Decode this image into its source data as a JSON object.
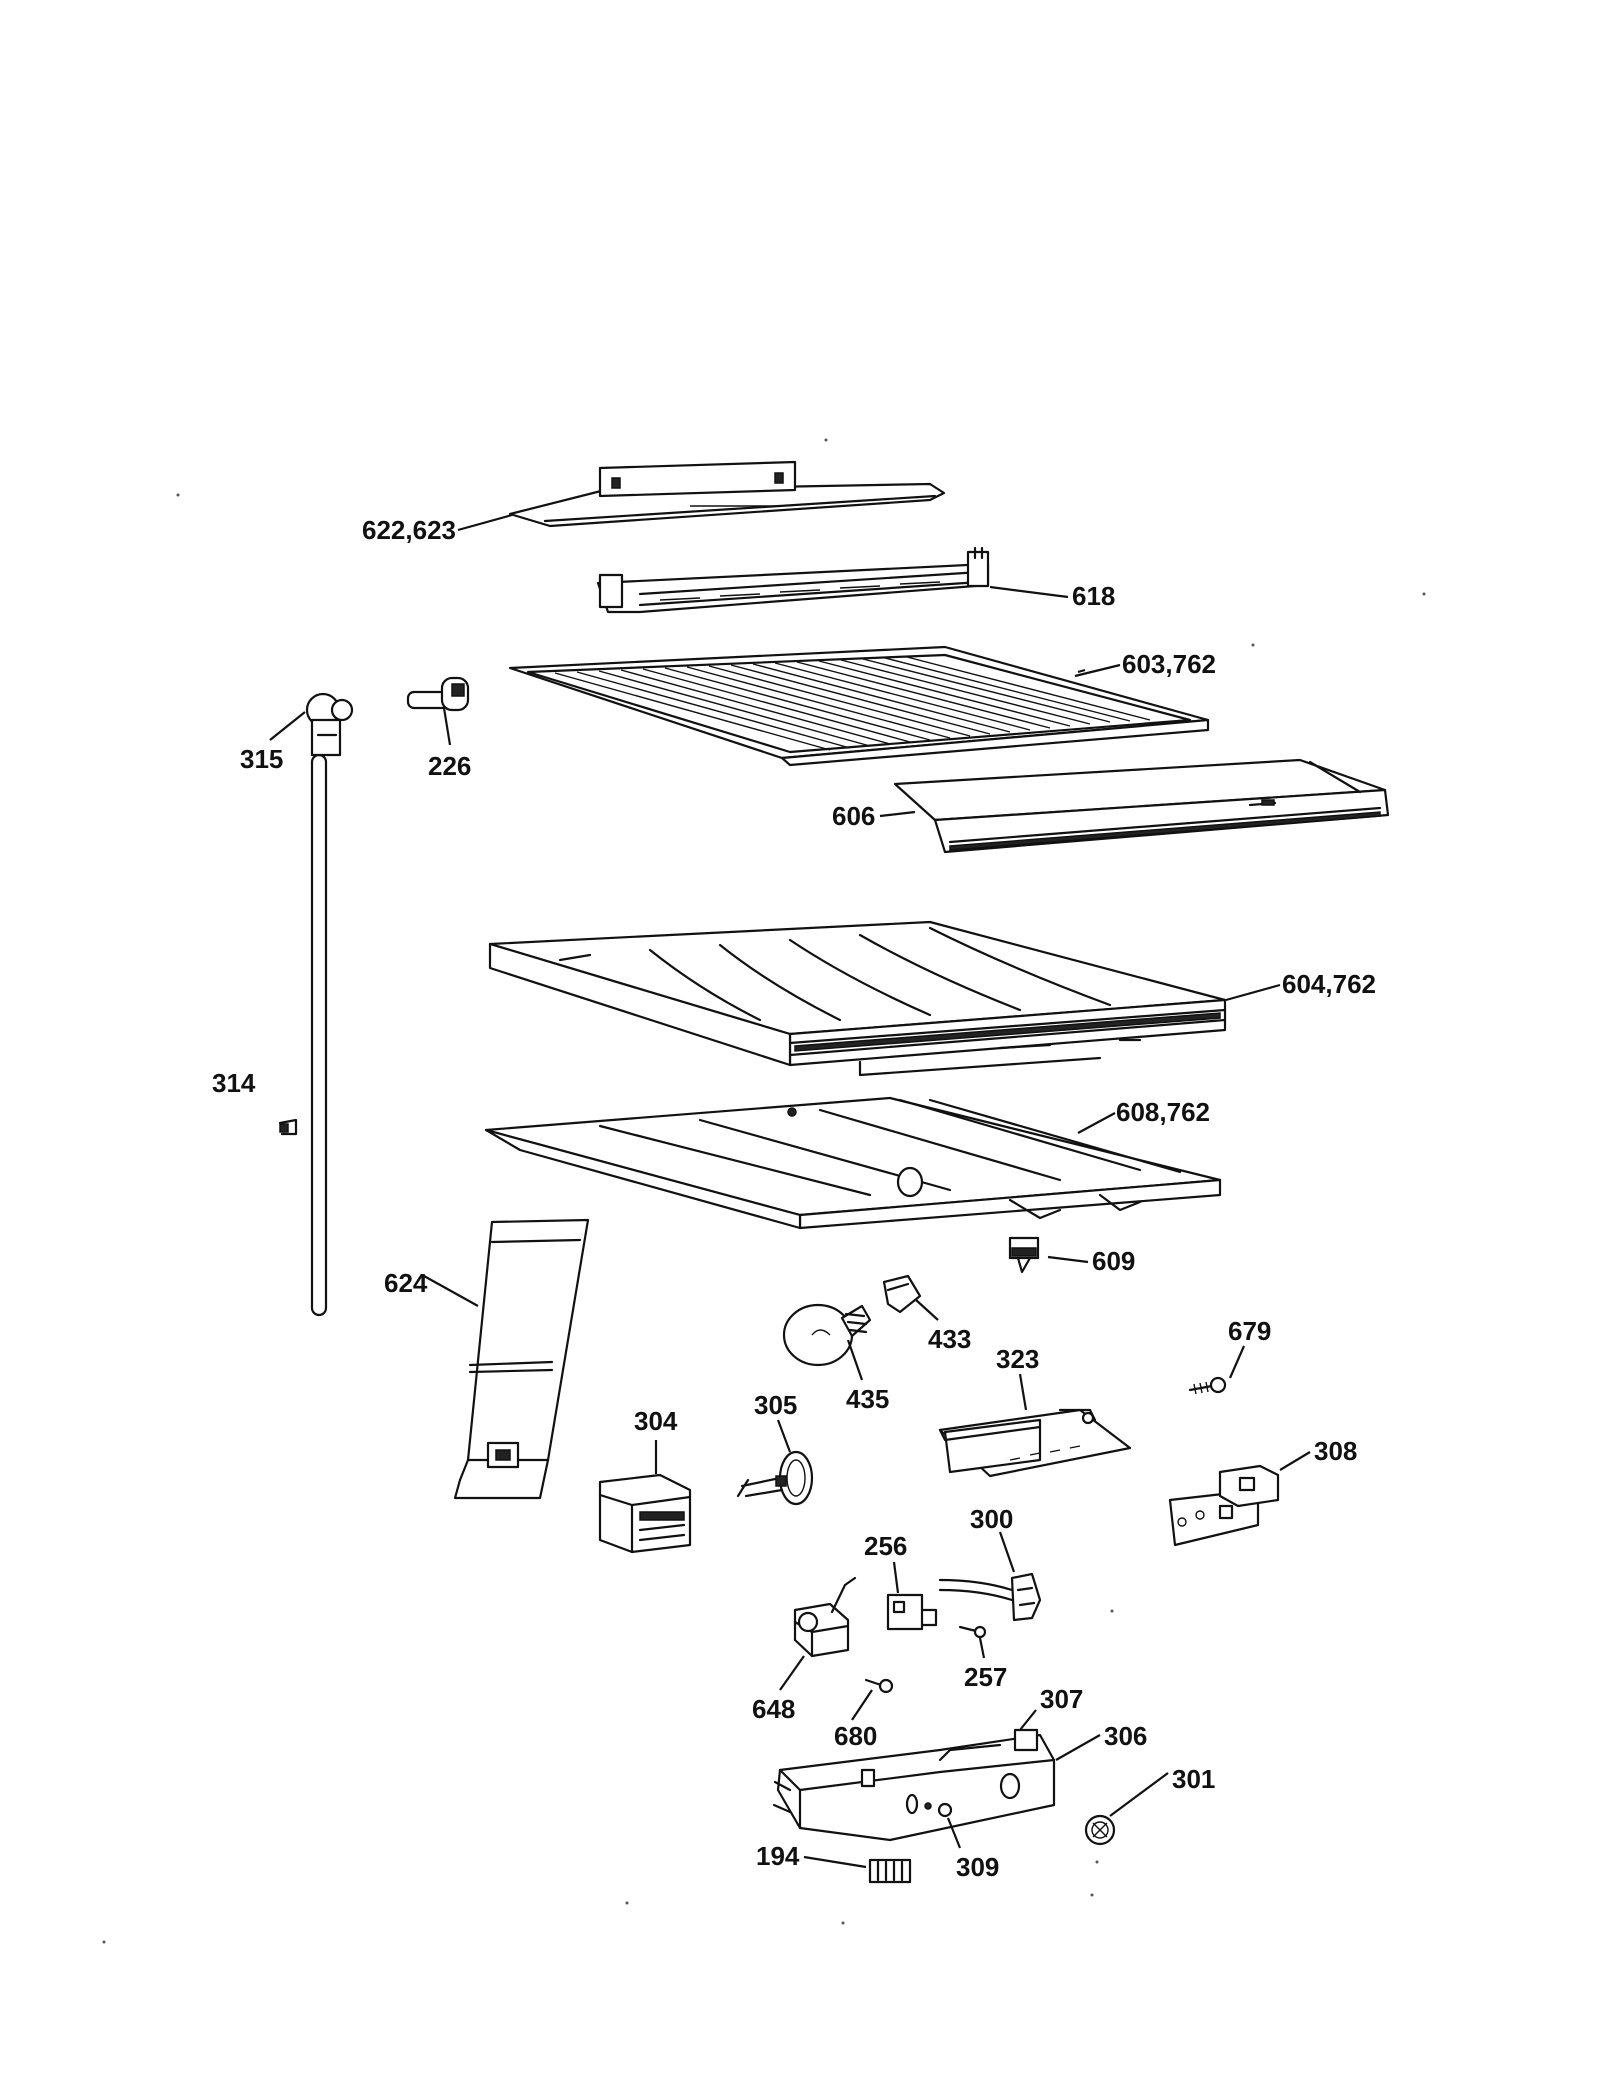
{
  "callouts": {
    "c622": "622,623",
    "c618": "618",
    "c603": "603,762",
    "c315": "315",
    "c226": "226",
    "c606": "606",
    "c604": "604,762",
    "c314": "314",
    "c608": "608,762",
    "c609": "609",
    "c624": "624",
    "c433": "433",
    "c435": "435",
    "c679": "679",
    "c323": "323",
    "c304": "304",
    "c305": "305",
    "c308": "308",
    "c256": "256",
    "c300": "300",
    "c648": "648",
    "c257": "257",
    "c680": "680",
    "c307": "307",
    "c306": "306",
    "c301": "301",
    "c194": "194",
    "c309": "309"
  }
}
